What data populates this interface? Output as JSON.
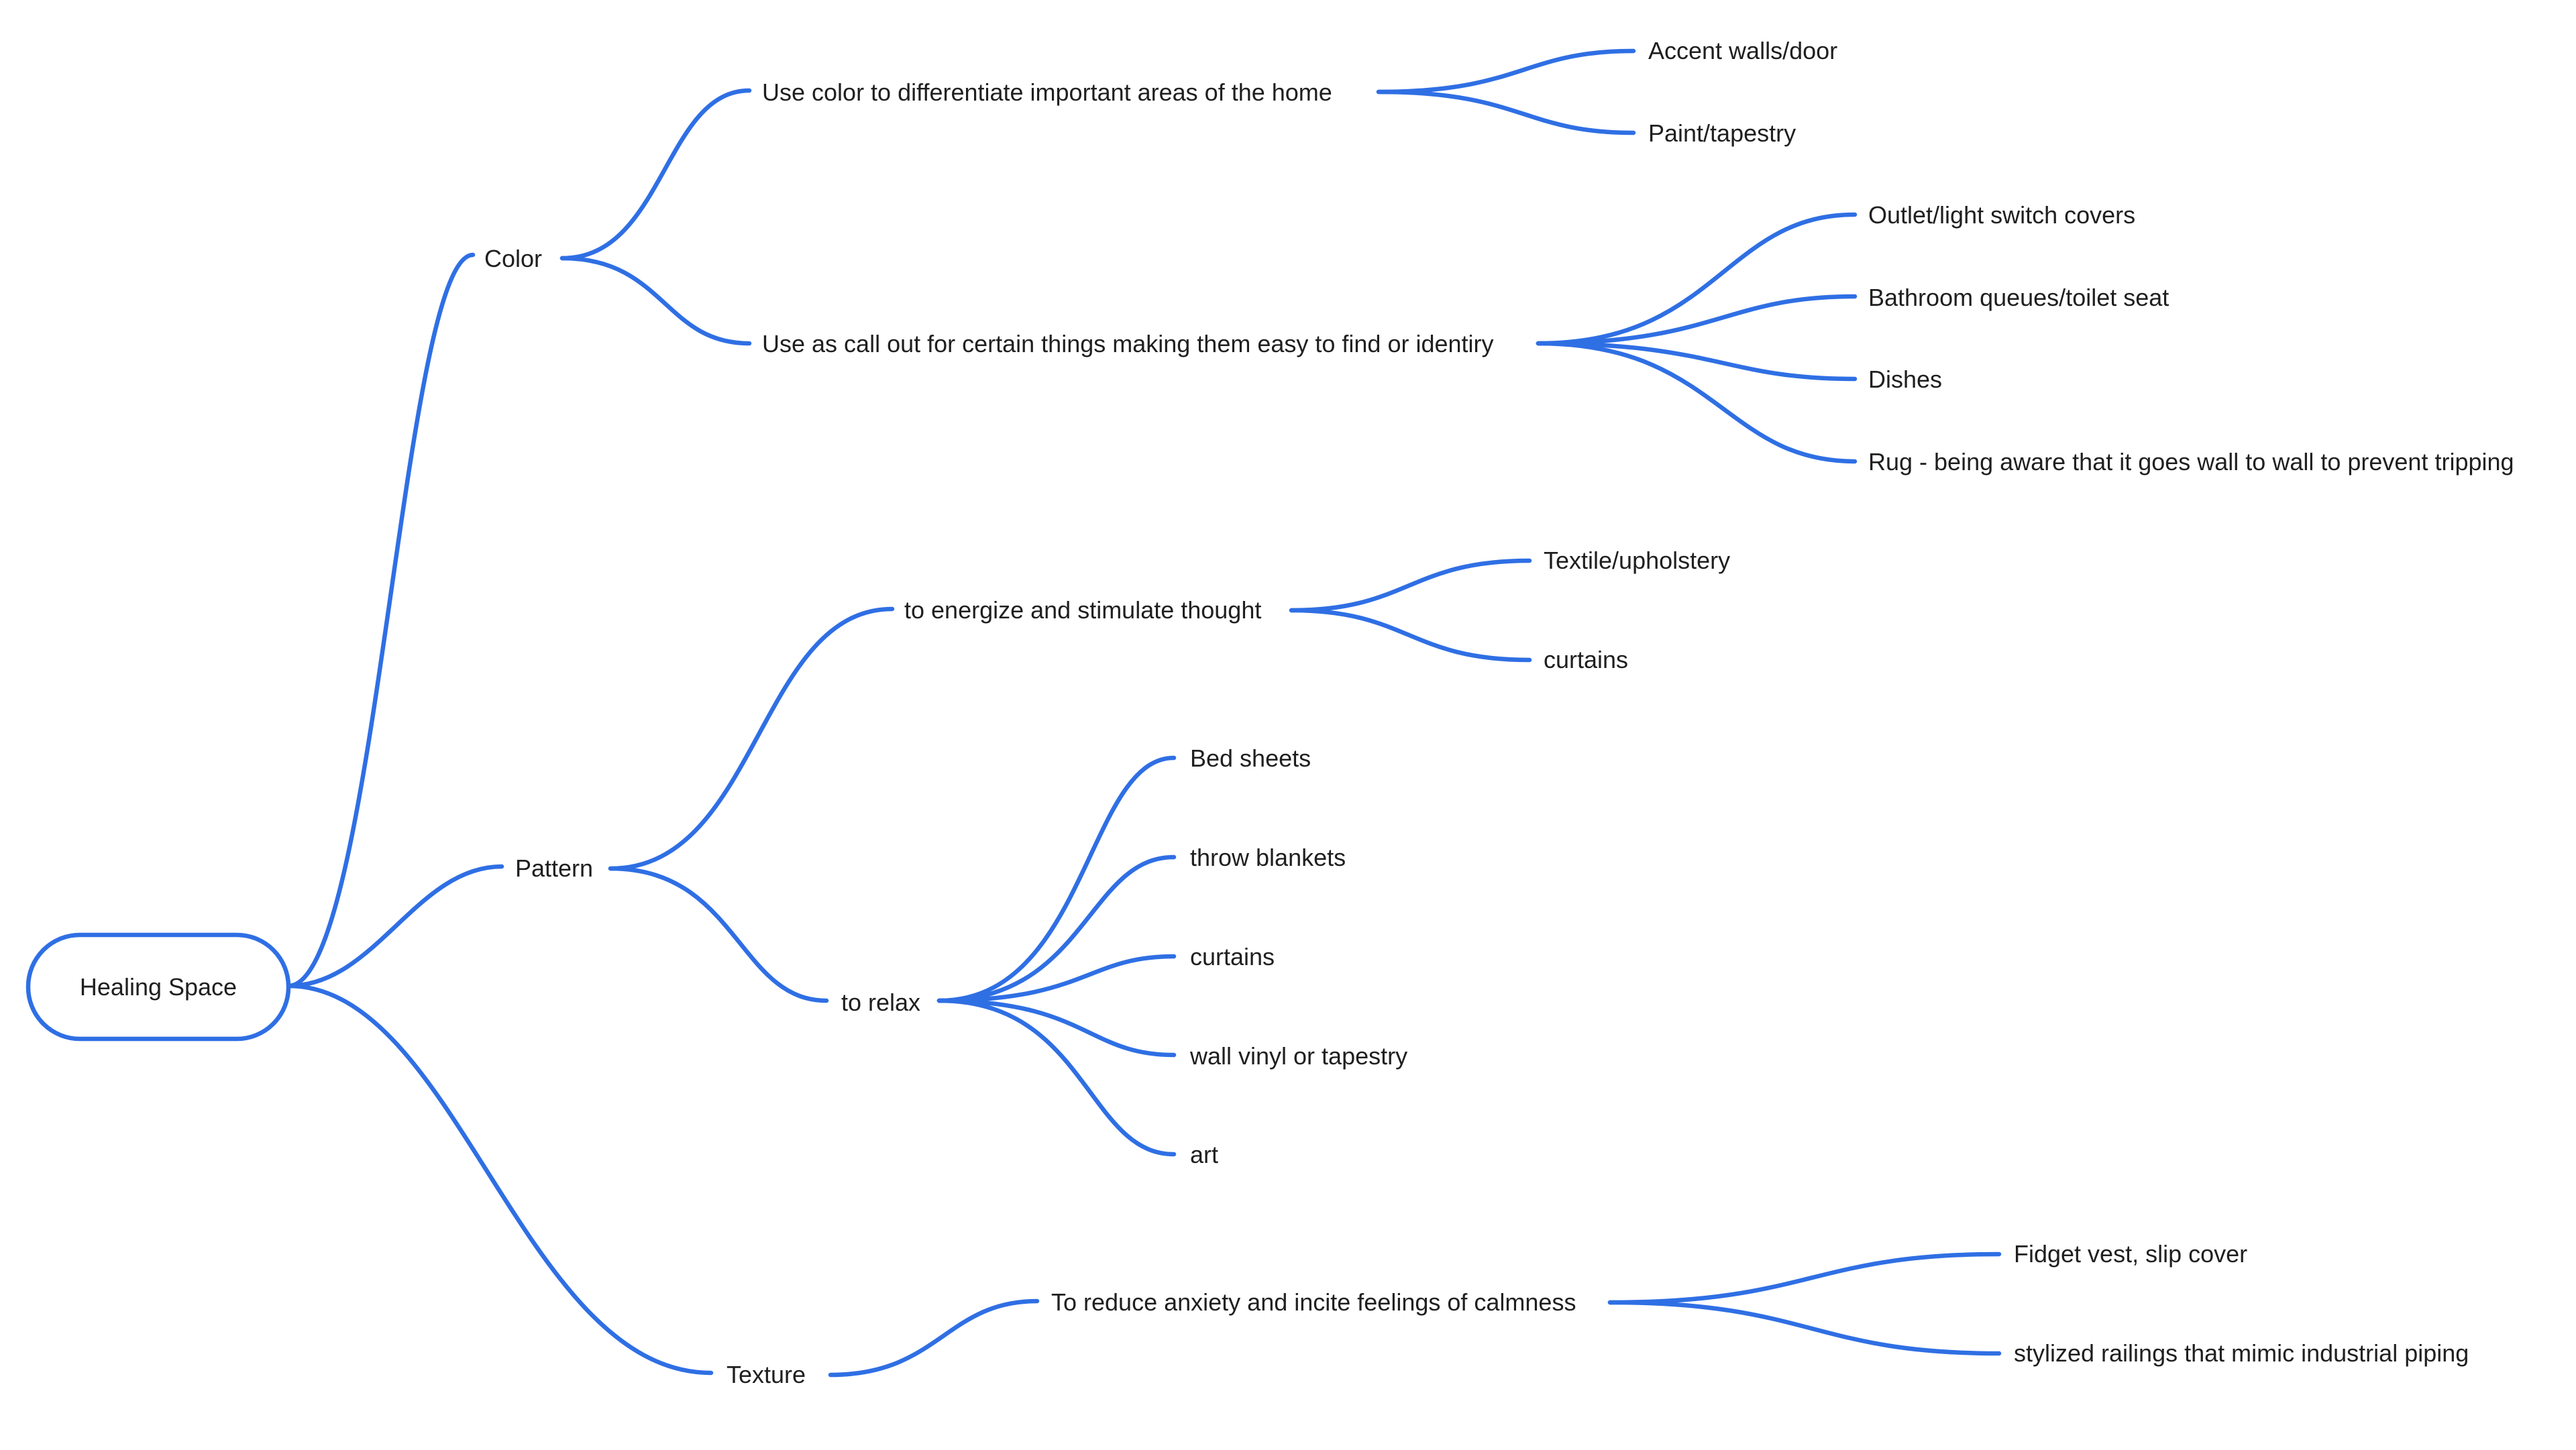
{
  "mindmap": {
    "root": "Healing Space",
    "line_color": "#2f6fe4",
    "branches": [
      {
        "label": "Color",
        "children": [
          {
            "label": "Use color to differentiate important areas of the home",
            "children": [
              "Accent walls/door",
              "Paint/tapestry"
            ]
          },
          {
            "label": "Use as call out for certain things making them easy to find or identiry",
            "children": [
              "Outlet/light switch covers",
              "Bathroom queues/toilet seat",
              "Dishes",
              "Rug - being aware that it goes wall to wall to prevent tripping"
            ]
          }
        ]
      },
      {
        "label": "Pattern",
        "children": [
          {
            "label": "to energize and stimulate thought",
            "children": [
              "Textile/upholstery",
              "curtains"
            ]
          },
          {
            "label": "to relax",
            "children": [
              "Bed sheets",
              "throw blankets",
              "curtains",
              "wall vinyl or tapestry",
              "art"
            ]
          }
        ]
      },
      {
        "label": "Texture",
        "children": [
          {
            "label": "To reduce anxiety and incite feelings of calmness",
            "children": [
              "Fidget vest, slip cover",
              "stylized railings that mimic industrial piping"
            ]
          }
        ]
      }
    ]
  }
}
